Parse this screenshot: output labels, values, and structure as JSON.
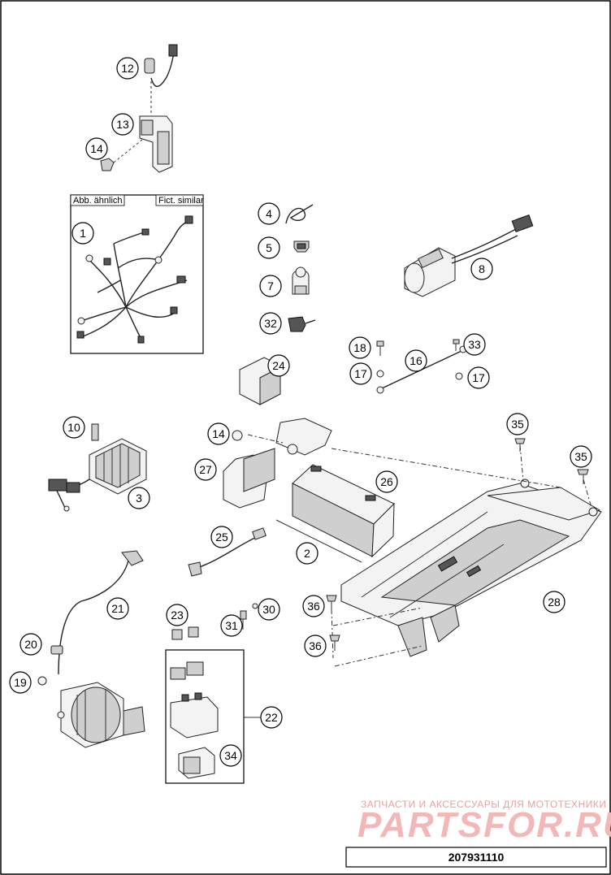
{
  "inset": {
    "label_left": "Abb. ähnlich",
    "label_right": "Fict. similar"
  },
  "callouts": [
    "12",
    "13",
    "14",
    "1",
    "4",
    "5",
    "7",
    "32",
    "8",
    "18",
    "16",
    "33",
    "17",
    "17",
    "24",
    "10",
    "3",
    "14",
    "27",
    "26",
    "2",
    "25",
    "35",
    "35",
    "36",
    "36",
    "28",
    "21",
    "20",
    "19",
    "23",
    "31",
    "30",
    "22",
    "34"
  ],
  "watermark": {
    "line1": "ЗАПЧАСТИ И АКСЕССУАРЫ ДЛЯ МОТОТЕХНИКИ",
    "logo": "PARTSFOR.RU"
  },
  "document_number": "207931110"
}
